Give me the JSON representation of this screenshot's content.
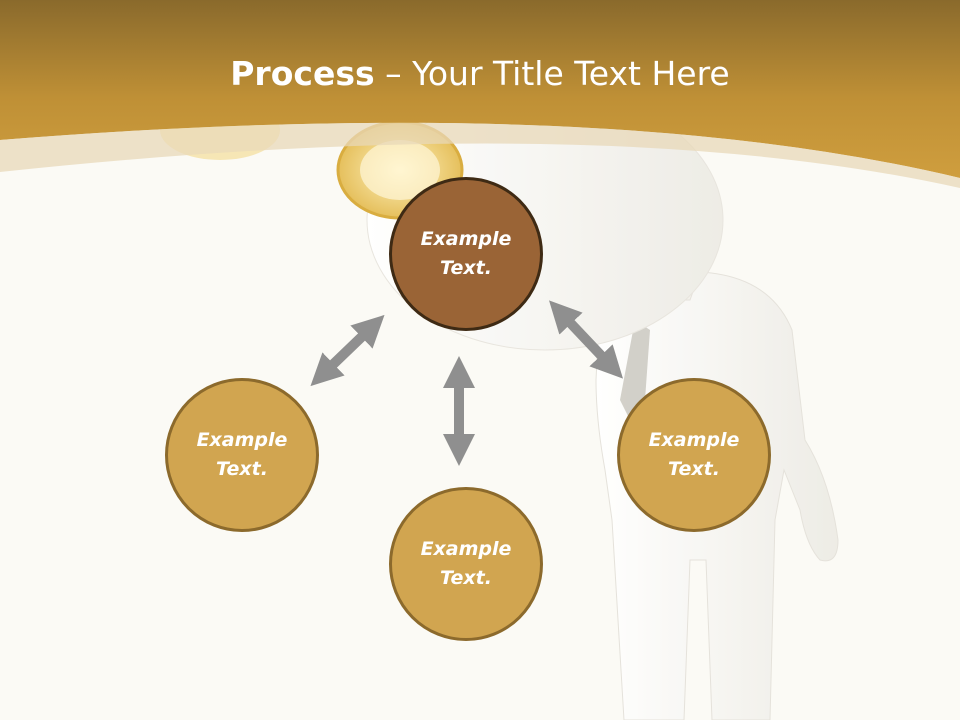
{
  "slide": {
    "title_bold": "Process",
    "title_rest": " – Your Title Text Here"
  },
  "diagram": {
    "center": {
      "label": "Example\nText."
    },
    "left": {
      "label": "Example\nText."
    },
    "bottom": {
      "label": "Example\nText."
    },
    "right": {
      "label": "Example\nText."
    }
  },
  "colors": {
    "header_band": "#c99a3a",
    "center_node": "#9a6436",
    "outer_node": "#d1a550",
    "arrow": "#8f8f8f"
  }
}
